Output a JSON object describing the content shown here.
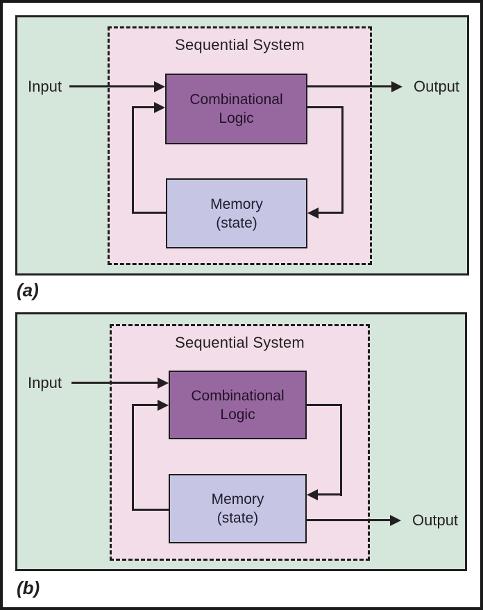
{
  "figure": {
    "diagrams": [
      {
        "caption": "(a)",
        "system_title": "Sequential System",
        "input_label": "Input",
        "output_label": "Output",
        "combinational_logic": {
          "line1": "Combinational",
          "line2": "Logic"
        },
        "memory": {
          "line1": "Memory",
          "line2": "(state)"
        }
      },
      {
        "caption": "(b)",
        "system_title": "Sequential System",
        "input_label": "Input",
        "output_label": "Output",
        "combinational_logic": {
          "line1": "Combinational",
          "line2": "Logic"
        },
        "memory": {
          "line1": "Memory",
          "line2": "(state)"
        }
      }
    ],
    "colors": {
      "page_background": "#ffffff",
      "frame": "#1a1a1a",
      "outer_box": "#d5e6da",
      "system_box": "#f2dde9",
      "combinational_box": "#9768a0",
      "memory_box": "#c6c5e4",
      "line": "#231f20"
    }
  }
}
